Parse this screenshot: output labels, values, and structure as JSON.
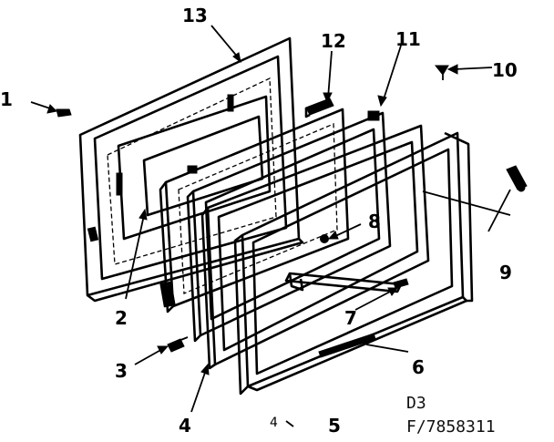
{
  "callouts": [
    {
      "id": "1",
      "label": "1"
    },
    {
      "id": "2",
      "label": "2"
    },
    {
      "id": "3",
      "label": "3"
    },
    {
      "id": "4",
      "label": "4"
    },
    {
      "id": "5",
      "label": "5"
    },
    {
      "id": "6",
      "label": "6"
    },
    {
      "id": "7",
      "label": "7"
    },
    {
      "id": "8",
      "label": "8"
    },
    {
      "id": "9",
      "label": "9"
    },
    {
      "id": "10",
      "label": "10"
    },
    {
      "id": "11",
      "label": "11"
    },
    {
      "id": "12",
      "label": "12"
    },
    {
      "id": "13",
      "label": "13"
    }
  ],
  "stray_mark": "4",
  "drawing_code": {
    "line1": "D3",
    "line2": "F/7858311"
  }
}
